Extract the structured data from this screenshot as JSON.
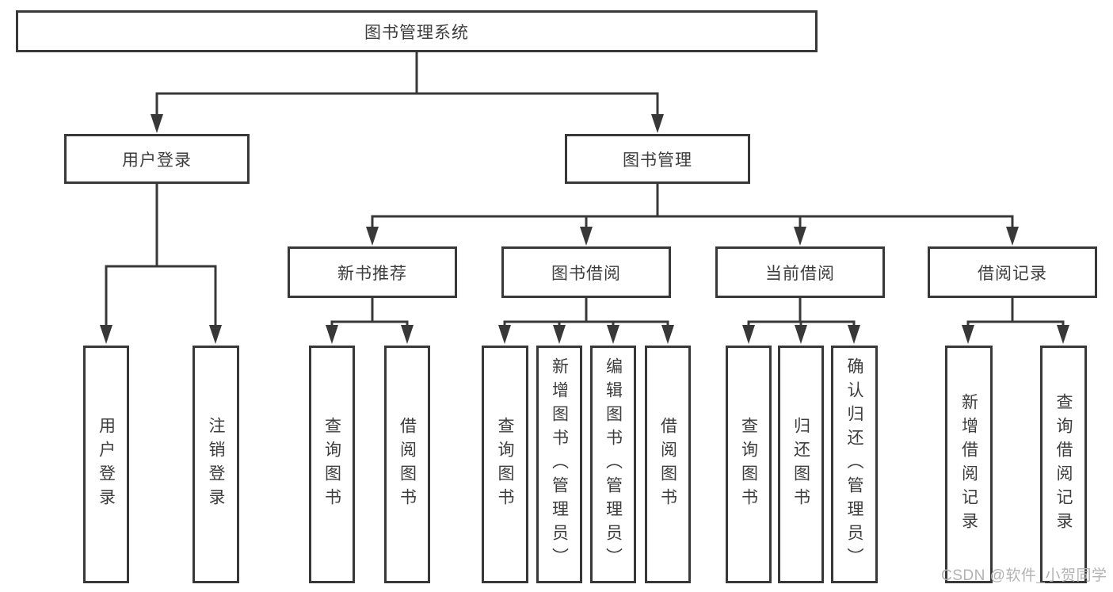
{
  "tree": {
    "label": "图书管理系统",
    "children": [
      {
        "label": "用户登录",
        "children": [
          {
            "label": "用户登录"
          },
          {
            "label": "注销登录"
          }
        ]
      },
      {
        "label": "图书管理",
        "children": [
          {
            "label": "新书推荐",
            "children": [
              {
                "label": "查询图书"
              },
              {
                "label": "借阅图书"
              }
            ]
          },
          {
            "label": "图书借阅",
            "children": [
              {
                "label": "查询图书"
              },
              {
                "label": "新增图书（管理员）"
              },
              {
                "label": "编辑图书（管理员）"
              },
              {
                "label": "借阅图书"
              }
            ]
          },
          {
            "label": "当前借阅",
            "children": [
              {
                "label": "查询图书"
              },
              {
                "label": "归还图书"
              },
              {
                "label": "确认归还（管理员）"
              }
            ]
          },
          {
            "label": "借阅记录",
            "children": [
              {
                "label": "新增借阅记录"
              },
              {
                "label": "查询借阅记录"
              }
            ]
          }
        ]
      }
    ]
  },
  "watermark": {
    "text": "CSDN @软件_小贺同学"
  },
  "colors": {
    "line": "#383838",
    "text": "#3d3d3d",
    "box_background": "#ffffff",
    "watermark": "#b3b3b3"
  }
}
